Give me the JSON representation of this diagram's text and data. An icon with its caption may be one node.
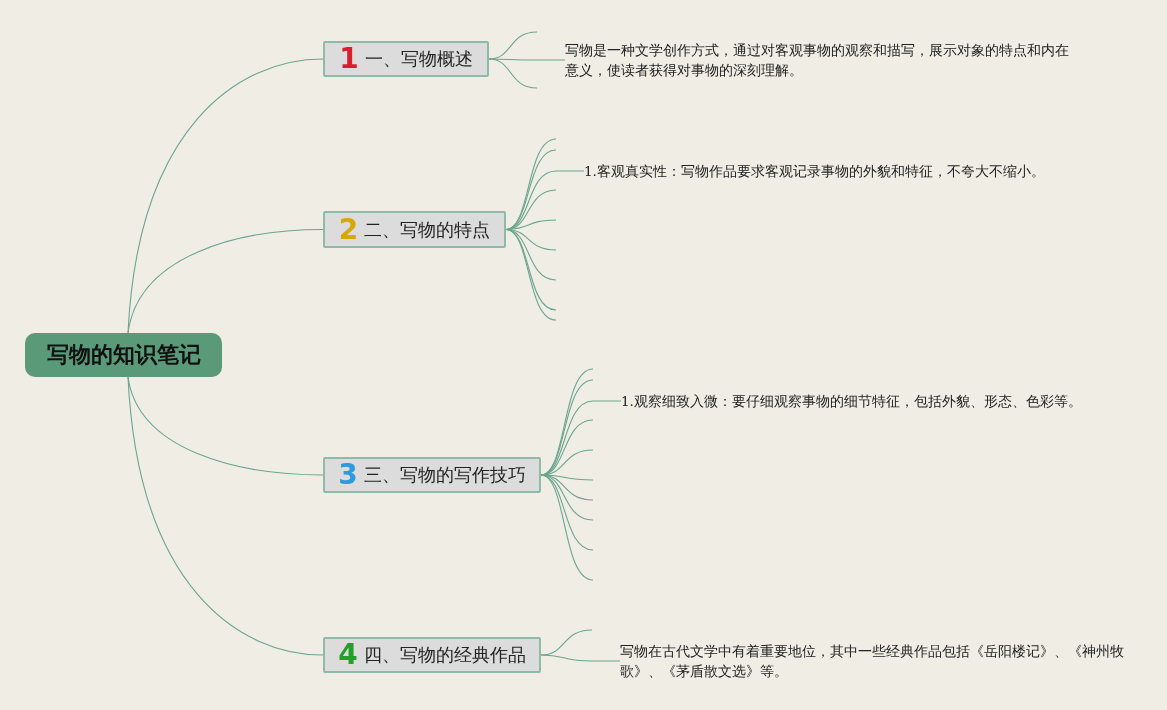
{
  "diagram": {
    "nodes": [
      {
        "text": [
          "写物的知识笔记"
        ]
      },
      {
        "text": [
          "1",
          "一、写物概述"
        ]
      },
      {
        "text": [
          "2",
          "二、写物的特点"
        ]
      },
      {
        "text": [
          "3",
          "三、写物的写作技巧"
        ]
      },
      {
        "text": [
          "4",
          "四、写物的经典作品"
        ]
      },
      {
        "text": [
          "写物是一种文学创作方式，通过对客观事物的观察和描写，展示对象的特点和内在意义，使读者获得对事物的深刻理解。"
        ]
      },
      {
        "text": [
          "1.客观真实性：写物作品要求客观记录事物的外貌和特征，不夸大不缩小。"
        ]
      },
      {
        "text": [
          "1.观察细致入微：要仔细观察事物的细节特征，包括外貌、形态、色彩等。"
        ]
      },
      {
        "text": [
          "写物在古代文学中有着重要地位，其中一些经典作品包括《岳阳楼记》、《神州牧歌》、《茅盾散文选》等。"
        ]
      }
    ],
    "edges": [
      {
        "from": 0,
        "to": 1,
        "arrow": "none"
      },
      {
        "from": 0,
        "to": 2,
        "arrow": "none"
      },
      {
        "from": 0,
        "to": 3,
        "arrow": "none"
      },
      {
        "from": 0,
        "to": 4,
        "arrow": "none"
      },
      {
        "from": 1,
        "to": null,
        "arrow": "none"
      },
      {
        "from": 1,
        "to": 5,
        "arrow": "none"
      },
      {
        "from": 1,
        "to": null,
        "arrow": "none"
      },
      {
        "from": 2,
        "to": null,
        "arrow": "none"
      },
      {
        "from": 2,
        "to": null,
        "arrow": "none"
      },
      {
        "from": 2,
        "to": 6,
        "arrow": "none"
      },
      {
        "from": 2,
        "to": null,
        "arrow": "none"
      },
      {
        "from": 2,
        "to": null,
        "arrow": "none"
      },
      {
        "from": 2,
        "to": null,
        "arrow": "none"
      },
      {
        "from": 2,
        "to": null,
        "arrow": "none"
      },
      {
        "from": 2,
        "to": null,
        "arrow": "none"
      },
      {
        "from": 2,
        "to": null,
        "arrow": "none"
      },
      {
        "from": 3,
        "to": null,
        "arrow": "none"
      },
      {
        "from": 3,
        "to": null,
        "arrow": "none"
      },
      {
        "from": 3,
        "to": 7,
        "arrow": "none"
      },
      {
        "from": 3,
        "to": null,
        "arrow": "none"
      },
      {
        "from": 3,
        "to": null,
        "arrow": "none"
      },
      {
        "from": 3,
        "to": null,
        "arrow": "none"
      },
      {
        "from": 3,
        "to": null,
        "arrow": "none"
      },
      {
        "from": 3,
        "to": null,
        "arrow": "none"
      },
      {
        "from": 3,
        "to": null,
        "arrow": "none"
      },
      {
        "from": 3,
        "to": null,
        "arrow": "none"
      },
      {
        "from": 4,
        "to": null,
        "arrow": "none"
      },
      {
        "from": 4,
        "to": 8,
        "arrow": "none"
      }
    ]
  }
}
